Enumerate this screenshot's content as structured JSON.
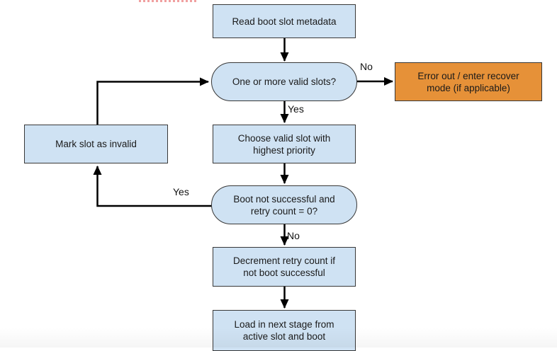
{
  "diagram": {
    "type": "flowchart",
    "nodes": {
      "read_metadata": {
        "label": "Read boot slot metadata",
        "shape": "process"
      },
      "valid_slots": {
        "label": "One or more valid slots?",
        "shape": "decision"
      },
      "error_recover": {
        "label": "Error out / enter recover mode (if applicable)",
        "shape": "process-error"
      },
      "choose_slot": {
        "label": "Choose valid slot with highest priority",
        "shape": "process"
      },
      "boot_retry": {
        "label": "Boot not successful and retry count = 0?",
        "shape": "decision"
      },
      "mark_invalid": {
        "label": "Mark slot as invalid",
        "shape": "process"
      },
      "decrement_retry": {
        "label": "Decrement retry count if not boot successful",
        "shape": "process"
      },
      "load_next": {
        "label": "Load in next stage from active slot and boot",
        "shape": "process"
      }
    },
    "edge_labels": {
      "valid_no": "No",
      "valid_yes": "Yes",
      "retry_yes": "Yes",
      "retry_no": "No"
    },
    "colors": {
      "process_fill": "#cfe2f3",
      "error_fill": "#e69138",
      "node_border": "#383838",
      "arrow": "#000000",
      "text": "#1a1a1a",
      "top_marks": "#f0a0a0"
    }
  }
}
